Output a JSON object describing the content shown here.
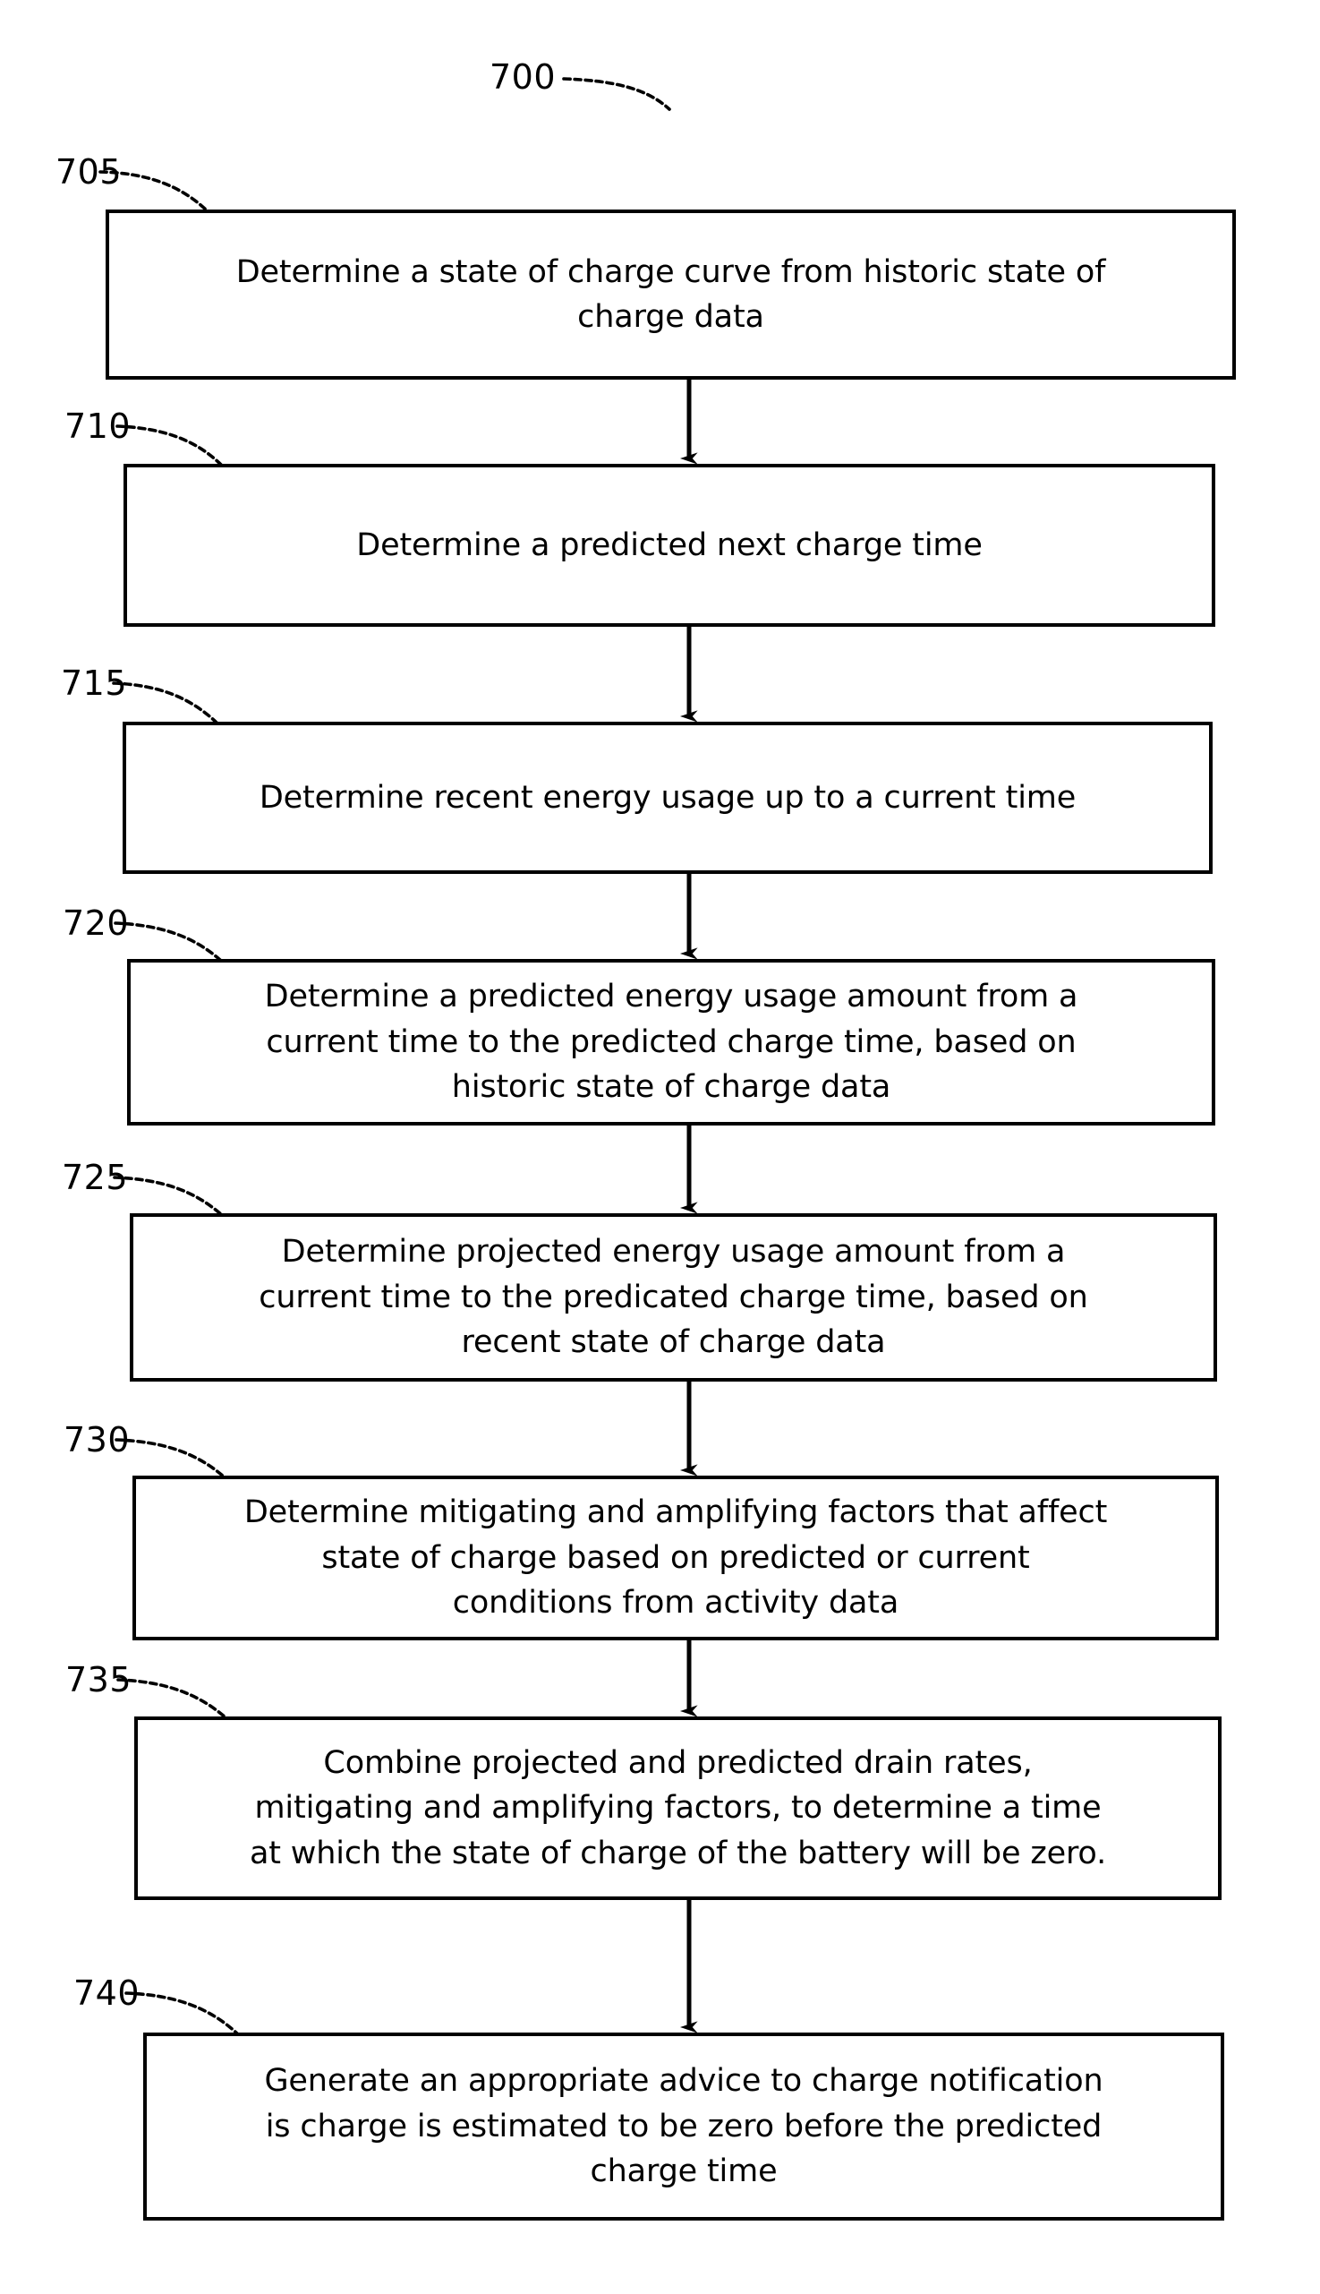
{
  "figure": {
    "figure_number": "700",
    "type": "patent-flowchart",
    "orientation": "vertical-top-to-bottom",
    "box_count": 8,
    "line_color": "#000000",
    "background_color": "#ffffff"
  },
  "steps": [
    {
      "ref": "705",
      "text": "Determine a state of charge curve from historic state of\ncharge data"
    },
    {
      "ref": "710",
      "text": "Determine a predicted next charge time"
    },
    {
      "ref": "715",
      "text": "Determine recent energy usage up to a current time"
    },
    {
      "ref": "720",
      "text": "Determine a predicted energy usage amount from a\ncurrent time to the predicted charge time, based on\nhistoric state of charge data"
    },
    {
      "ref": "725",
      "text": "Determine projected energy usage amount from a\ncurrent time to the predicated charge time, based on\nrecent state of charge data"
    },
    {
      "ref": "730",
      "text": "Determine mitigating and amplifying factors that affect\nstate of charge based on predicted or current\nconditions from activity data"
    },
    {
      "ref": "735",
      "text": "Combine projected and predicted drain rates,\nmitigating and amplifying factors, to determine a time\nat which the state of charge of the battery will be zero."
    },
    {
      "ref": "740",
      "text": "Generate an appropriate advice to charge notification\nis charge is estimated to be zero before the predicted\ncharge time"
    }
  ],
  "connectors": [
    {
      "from": "705",
      "to": "710",
      "kind": "arrow-down"
    },
    {
      "from": "710",
      "to": "715",
      "kind": "arrow-down"
    },
    {
      "from": "715",
      "to": "720",
      "kind": "arrow-down"
    },
    {
      "from": "720",
      "to": "725",
      "kind": "arrow-down"
    },
    {
      "from": "725",
      "to": "730",
      "kind": "arrow-down"
    },
    {
      "from": "730",
      "to": "735",
      "kind": "arrow-down"
    },
    {
      "from": "735",
      "to": "740",
      "kind": "arrow-down"
    }
  ]
}
